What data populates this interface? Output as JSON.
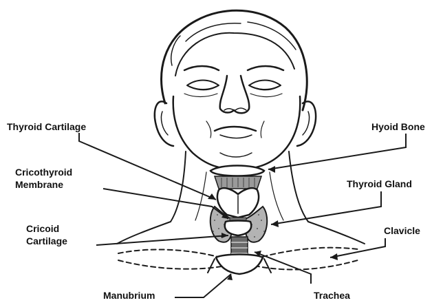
{
  "labels": {
    "thyroid_cartilage": "Thyroid Cartilage",
    "hyoid_bone": "Hyoid Bone",
    "cricothyroid_line1": "Cricothyroid",
    "cricothyroid_line2": "Membrane",
    "thyroid_gland": "Thyroid Gland",
    "cricoid_line1": "Cricoid",
    "cricoid_line2": "Cartilage",
    "clavicle": "Clavicle",
    "manubrium": "Manubrium",
    "trachea": "Trachea"
  },
  "colors": {
    "ink": "#1a1a1a",
    "background": "#ffffff",
    "shade": "#9a9a9a"
  }
}
